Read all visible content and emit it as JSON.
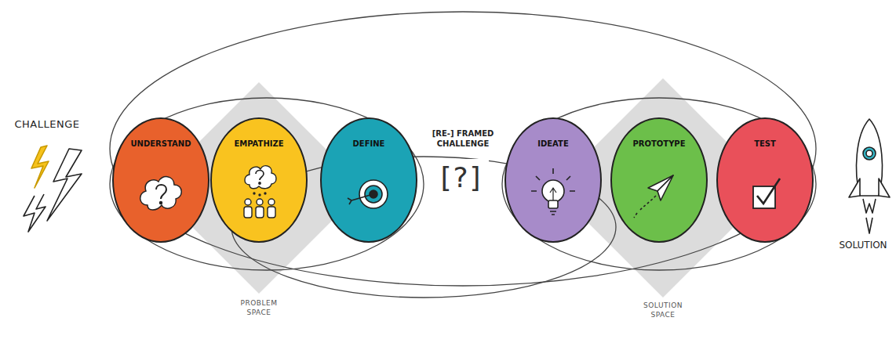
{
  "diagram": {
    "nodes": [
      {
        "text": [
          "UNDERSTAND"
        ]
      },
      {
        "text": [
          "EMPATHIZE"
        ]
      },
      {
        "text": [
          "DEFINE"
        ]
      },
      {
        "text": [
          "IDEATE"
        ]
      },
      {
        "text": [
          "PROTOTYPE"
        ]
      },
      {
        "text": [
          "TEST"
        ]
      }
    ],
    "labels": [
      "CHALLENGE",
      "[RE-] FRAMED CHALLENGE",
      "[?]",
      "PROBLEM SPACE",
      "SOLUTION SPACE",
      "SOLUTION"
    ]
  }
}
